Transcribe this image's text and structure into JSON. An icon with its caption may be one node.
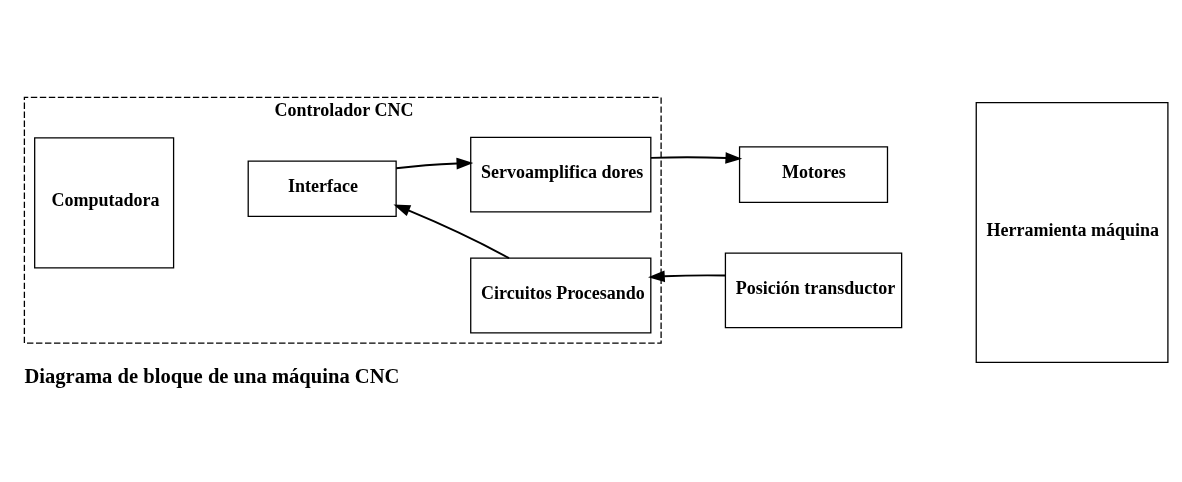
{
  "diagram": {
    "caption": "Diagrama de bloque de una máquina CNC",
    "nodes": [
      {
        "text": [
          "Controlador CNC"
        ]
      },
      {
        "text": [
          "Computadora"
        ],
        "in": 0
      },
      {
        "text": [
          "Interface"
        ],
        "in": 0
      },
      {
        "text": [
          "Servoamplifica dores"
        ],
        "in": 0
      },
      {
        "text": [
          "Circuitos Procesando"
        ],
        "in": 0
      },
      {
        "text": [
          "Motores"
        ]
      },
      {
        "text": [
          "Herramienta máquina"
        ]
      },
      {
        "text": [
          "Posición transductor"
        ]
      }
    ],
    "edges": [
      {
        "from": 2,
        "to": 3,
        "arrow": "to"
      },
      {
        "from": 3,
        "to": 5,
        "arrow": "to"
      },
      {
        "from": 7,
        "to": 4,
        "arrow": "to"
      },
      {
        "from": 4,
        "to": 2,
        "arrow": "to"
      }
    ]
  }
}
